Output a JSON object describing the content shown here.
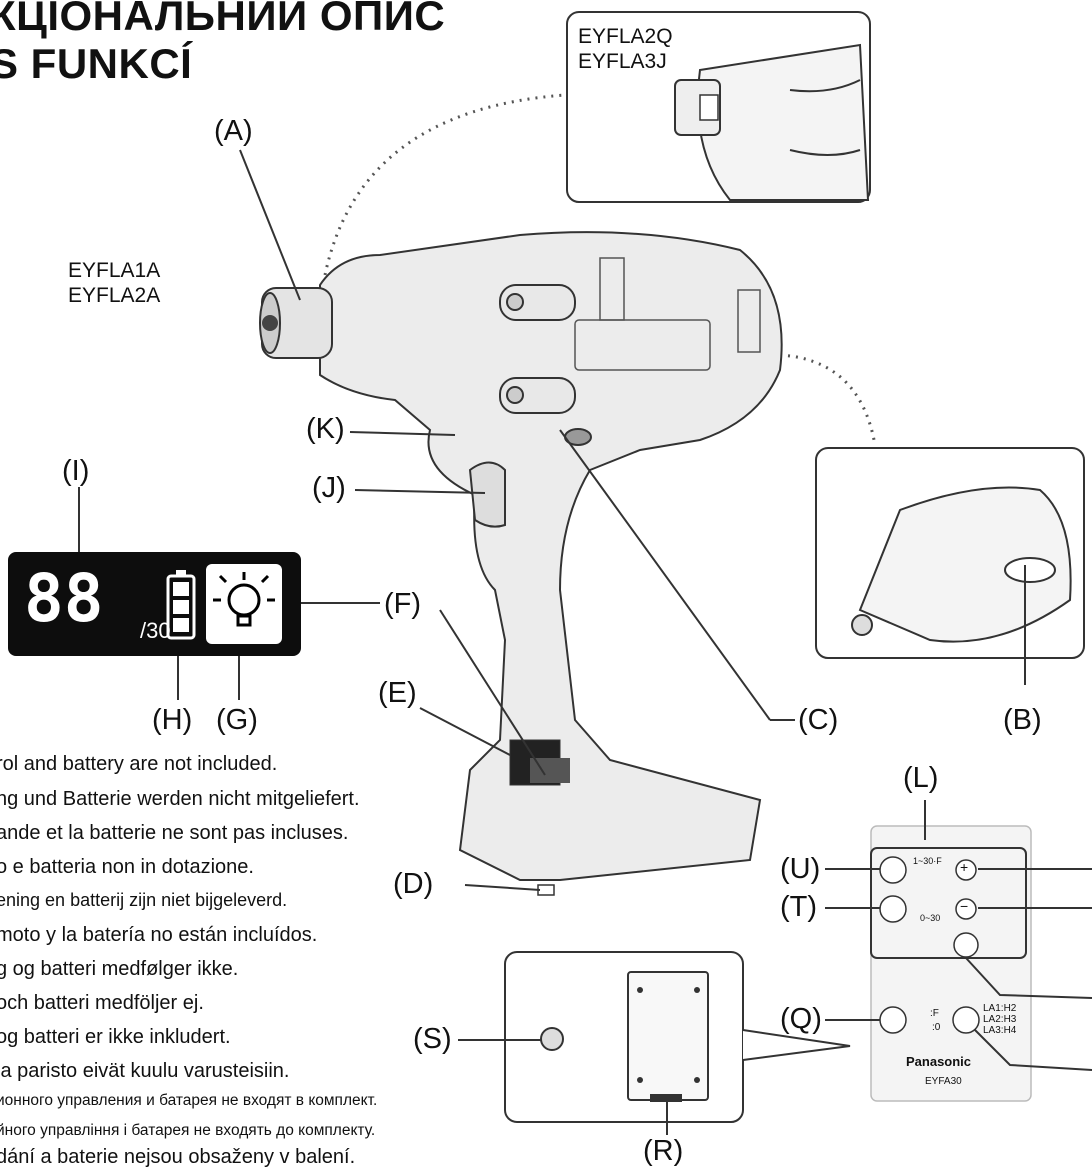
{
  "heading": {
    "line1": "КЦІОНАЛЬНИЙ ОПИС",
    "line2": "S FUNKCÍ"
  },
  "models": {
    "top_right": [
      "EYFLA2Q",
      "EYFLA3J"
    ],
    "left": [
      "EYFLA1A",
      "EYFLA2A"
    ]
  },
  "callouts": {
    "A": "(A)",
    "B": "(B)",
    "C": "(C)",
    "D": "(D)",
    "E": "(E)",
    "F": "(F)",
    "G": "(G)",
    "H": "(H)",
    "I": "(I)",
    "J": "(J)",
    "K": "(K)",
    "L": "(L)",
    "Q": "(Q)",
    "R": "(R)",
    "S": "(S)",
    "T": "(T)",
    "U": "(U)"
  },
  "display": {
    "digits": "88",
    "suffix": "/30"
  },
  "remote": {
    "u_label": "1~30·F",
    "t_label": "0~30",
    "q_label1": ":F",
    "q_label2": ":0",
    "la_lines": [
      "LA1:H2",
      "LA2:H3",
      "LA3:H4"
    ],
    "brand": "Panasonic",
    "model": "EYFA30",
    "plus": "+",
    "minus": "−"
  },
  "notes": [
    "rol and battery are not included.",
    "ng und Batterie werden nicht mitgeliefert.",
    "ande et la batterie ne sont pas incluses.",
    "o e batteria non in dotazione.",
    "ening en batterij zijn niet bijgeleverd.",
    "moto y la batería no están incluídos.",
    "g og batteri medfølger ikke.",
    "och batteri medföljer ej.",
    "og batteri er ikke inkludert.",
    "ja paristo eivät kuulu varusteisiin.",
    "ионного управления и батарея не входят в комплект.",
    "йного управління і батарея не входять до комплекту.",
    "dání a baterie nejsou obsaženy v balení."
  ]
}
